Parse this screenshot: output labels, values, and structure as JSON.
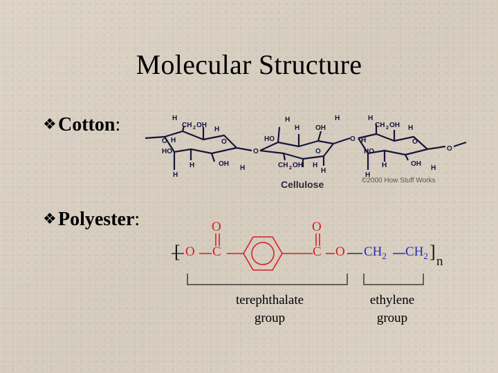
{
  "slide": {
    "title": "Molecular Structure",
    "bullet_symbol": "❖",
    "bullets": [
      {
        "label": "Cotton",
        "colon": ":"
      },
      {
        "label": "Polyester",
        "colon": ":"
      }
    ]
  },
  "cellulose": {
    "caption": "Cellulose",
    "credit": "©2000 How Stuff Works",
    "atom_labels": {
      "H": "H",
      "HO": "HO",
      "OH": "OH",
      "O": "O",
      "CH2OH": "CH",
      "sub2": "2",
      "oh_tail": "OH"
    }
  },
  "polyester": {
    "bracket_open": "[",
    "bracket_close": "]",
    "repeat_subscript": "n",
    "atoms": {
      "O_left": "O",
      "C_left": "C",
      "O_top_left": "O",
      "C_right": "C",
      "O_top_right": "O",
      "O_right": "O",
      "ch2_a": "CH",
      "ch2_a_sub": "2",
      "ch2_b": "CH",
      "ch2_b_sub": "2"
    },
    "groups": [
      {
        "line1": "terephthalate",
        "line2": "group"
      },
      {
        "line1": "ethylene",
        "line2": "group"
      }
    ],
    "colors": {
      "ester": "#d42020",
      "ethylene": "#2a2ab8"
    }
  }
}
